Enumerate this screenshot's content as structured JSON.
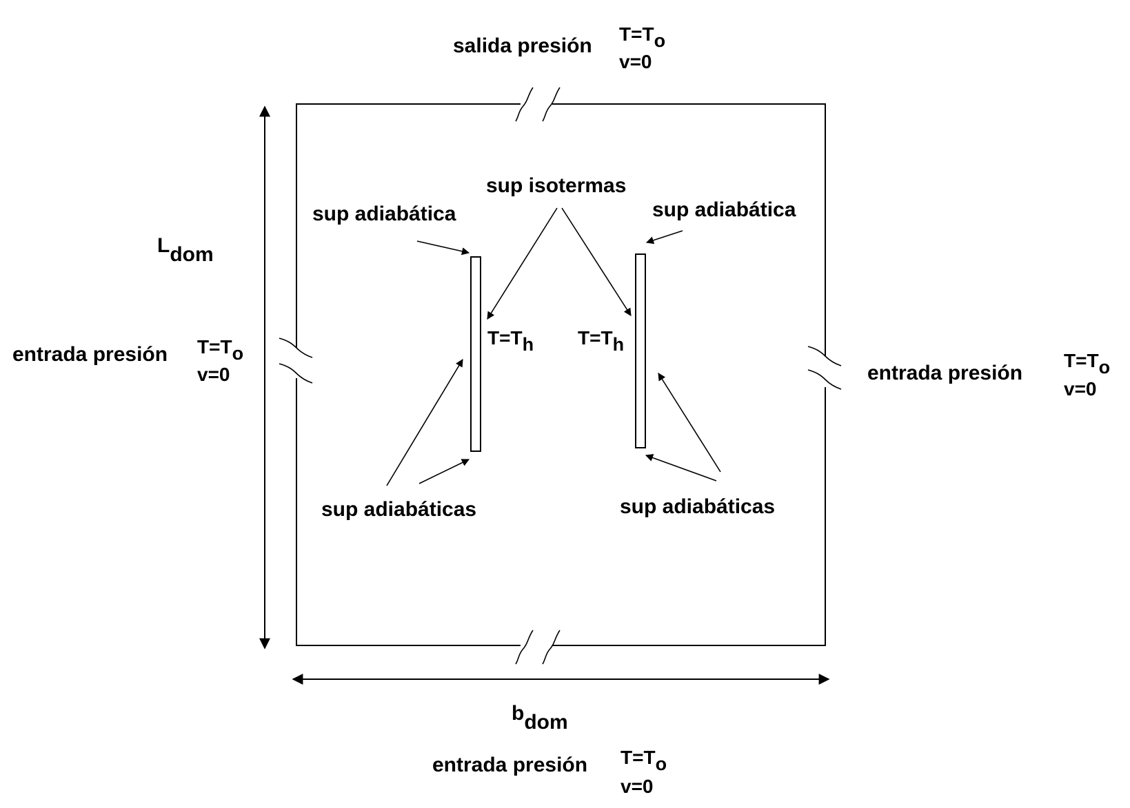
{
  "labels": {
    "top_outlet": "salida presión",
    "bottom_inlet": "entrada presión",
    "left_inlet": "entrada presión",
    "right_inlet": "entrada presión",
    "temp_bc": "T=T",
    "temp_bc_sub": "o",
    "vel_bc": "v=0",
    "sup_isotermas": "sup isotermas",
    "sup_adiabatica_left": "sup  adiabática",
    "sup_adiabatica_right": "sup  adiabática",
    "sup_adiabaticas_left": "sup  adiabáticas",
    "sup_adiabaticas_right": "sup  adiabáticas",
    "heated_temp": "T=T",
    "heated_temp_sub": "h",
    "length_symbol": "L",
    "length_sub": "dom",
    "width_symbol": "b",
    "width_sub": "dom"
  },
  "colors": {
    "stroke": "#000000",
    "background": "#ffffff"
  }
}
